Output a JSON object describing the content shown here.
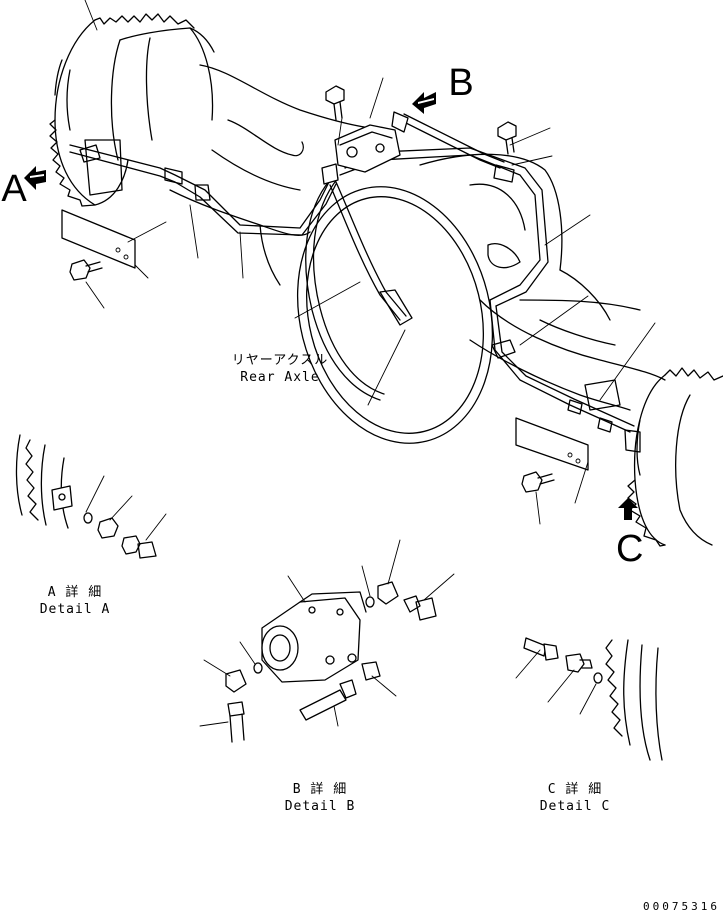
{
  "view_labels": {
    "a": "A",
    "b": "B",
    "c": "C"
  },
  "main": {
    "title_jp": "リヤーアクスル",
    "title_en": "Rear Axle"
  },
  "details": {
    "a": {
      "jp": "A 詳 細",
      "en": "Detail A"
    },
    "b": {
      "jp": "B 詳 細",
      "en": "Detail B"
    },
    "c": {
      "jp": "C 詳 細",
      "en": "Detail C"
    }
  },
  "drawing_code": "00075316"
}
